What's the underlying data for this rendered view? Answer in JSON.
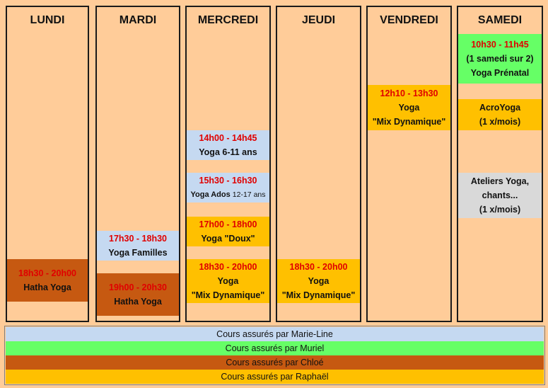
{
  "days": {
    "lundi": "LUNDI",
    "mardi": "MARDI",
    "mercredi": "MERCREDI",
    "jeudi": "JEUDI",
    "vendredi": "VENDREDI",
    "samedi": "SAMEDI"
  },
  "classes": {
    "lundi_hatha": {
      "time": "18h30 - 20h00",
      "name": "Hatha Yoga"
    },
    "mardi_familles": {
      "time": "17h30 - 18h30",
      "name": "Yoga Familles"
    },
    "mardi_hatha": {
      "time": "19h00 - 20h30",
      "name": "Hatha Yoga"
    },
    "mercredi_611": {
      "time": "14h00 - 14h45",
      "name": "Yoga 6-11 ans"
    },
    "mercredi_ados": {
      "time": "15h30 - 16h30",
      "name": "Yoga Ados",
      "age": "12-17 ans"
    },
    "mercredi_doux": {
      "time": "17h00 - 18h00",
      "name": "Yoga \"Doux\""
    },
    "mercredi_mix": {
      "time": "18h30 - 20h00",
      "name": "Yoga",
      "sub": "\"Mix Dynamique\""
    },
    "jeudi_mix": {
      "time": "18h30 - 20h00",
      "name": "Yoga",
      "sub": "\"Mix Dynamique\""
    },
    "vendredi_mix": {
      "time": "12h10 - 13h30",
      "name": "Yoga",
      "sub": "\"Mix Dynamique\""
    },
    "samedi_prenatal": {
      "time": "10h30 - 11h45",
      "note": "(1 samedi sur 2)",
      "name": "Yoga Prénatal"
    },
    "samedi_acro": {
      "name": "AcroYoga",
      "note": "(1 x/mois)"
    },
    "samedi_ateliers": {
      "name": "Ateliers Yoga,",
      "sub": "chants...",
      "note": "(1 x/mois)"
    }
  },
  "legend": {
    "marie_line": "Cours assurés par Marie-Line",
    "muriel": "Cours assurés par Muriel",
    "chloe": "Cours assurés par Chloé",
    "raphael": "Cours assurés par Raphaël"
  },
  "colors": {
    "background": "#FFCC99",
    "marie_line": "#C5D9F1",
    "muriel": "#66FF66",
    "chloe": "#C65911",
    "raphael": "#FFC000",
    "ateliers": "#D9D9D9",
    "time_text": "#E00000"
  }
}
